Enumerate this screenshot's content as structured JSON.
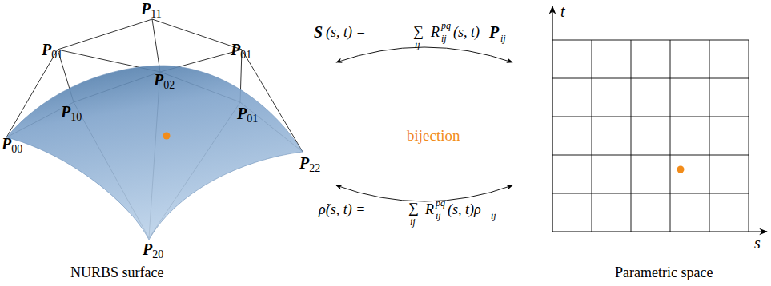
{
  "diagram": {
    "labels": [
      "P11",
      "P01",
      "P01",
      "P02",
      "P10",
      "P01",
      "P00",
      "P22",
      "P20",
      "S",
      "(s, t) =",
      "∑",
      "ij",
      "R",
      "pq",
      "ij",
      "(s, t)",
      "P",
      "ij",
      "bijection",
      "ρ̃(s, t) =",
      "∑",
      "ij",
      "R",
      "pq",
      "ij",
      "(s, t)ρ",
      "ij",
      "NURBS surface",
      "Parametric space",
      "t",
      "s"
    ]
  }
}
